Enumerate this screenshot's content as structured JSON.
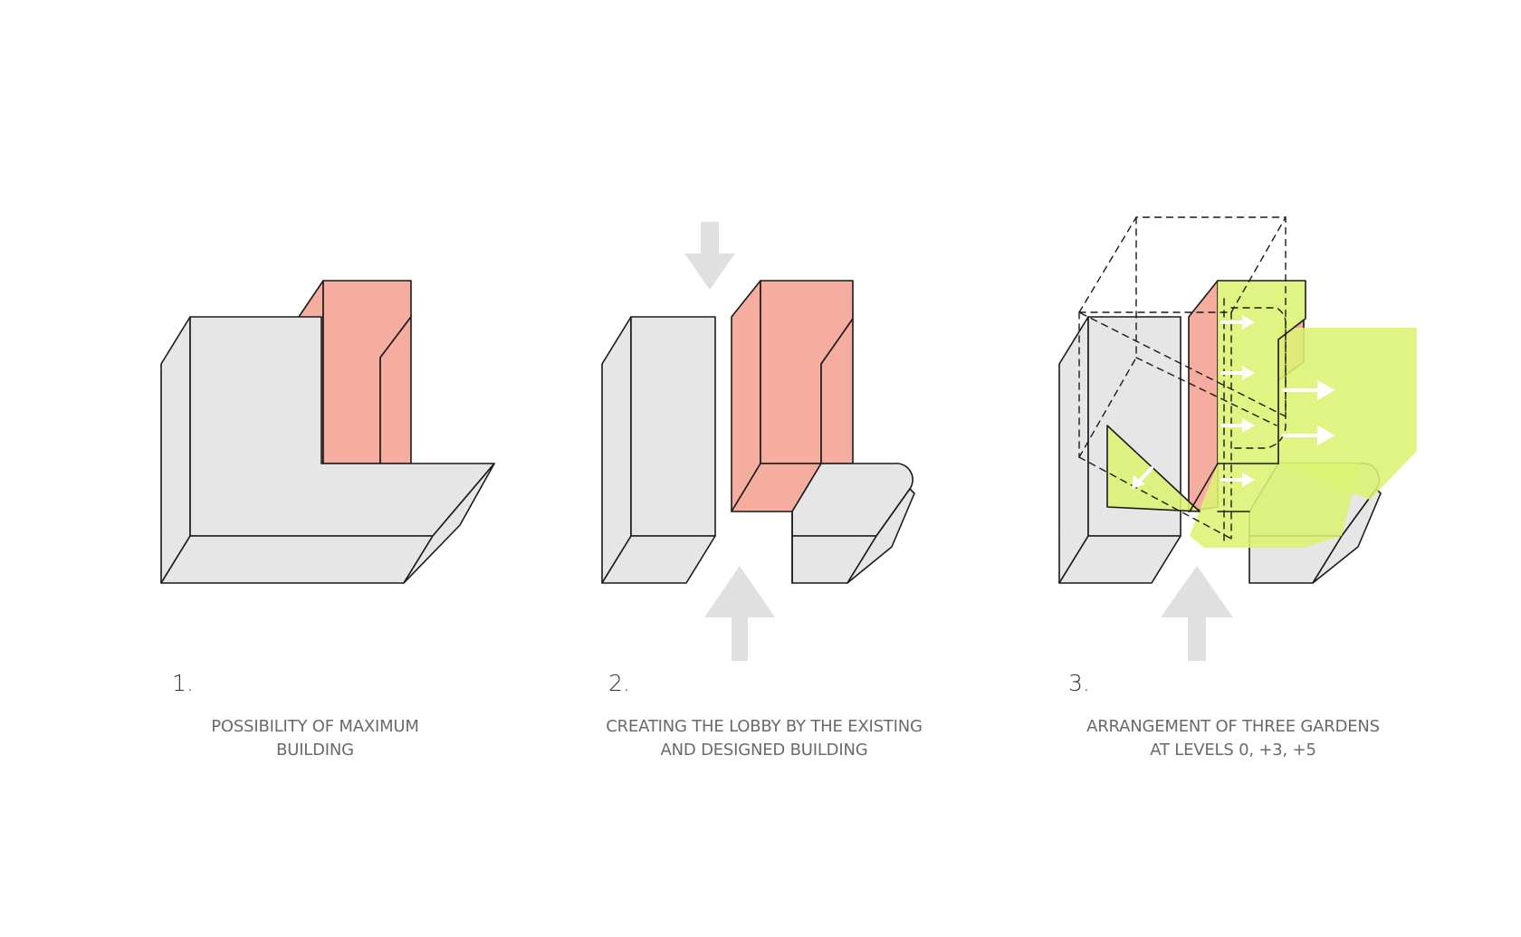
{
  "colors": {
    "background": "#ffffff",
    "volume_fill": "#e6e6e6",
    "lobby_fill": "#f5ada0",
    "garden_fill": "#dcf272",
    "arrow_gray": "#e0e0e0",
    "arrow_white": "#ffffff",
    "outline": "#1a1a1a",
    "caption_text": "#6a6a6a"
  },
  "steps": [
    {
      "number": "1.",
      "caption_line1": "POSSIBILITY OF MAXIMUM",
      "caption_line2": "BUILDING"
    },
    {
      "number": "2.",
      "caption_line1": "CREATING THE LOBBY BY THE EXISTING",
      "caption_line2": "AND DESIGNED BUILDING"
    },
    {
      "number": "3.",
      "caption_line1": "ARRANGEMENT OF THREE GARDENS",
      "caption_line2": "AT LEVELS 0, +3, +5"
    }
  ]
}
